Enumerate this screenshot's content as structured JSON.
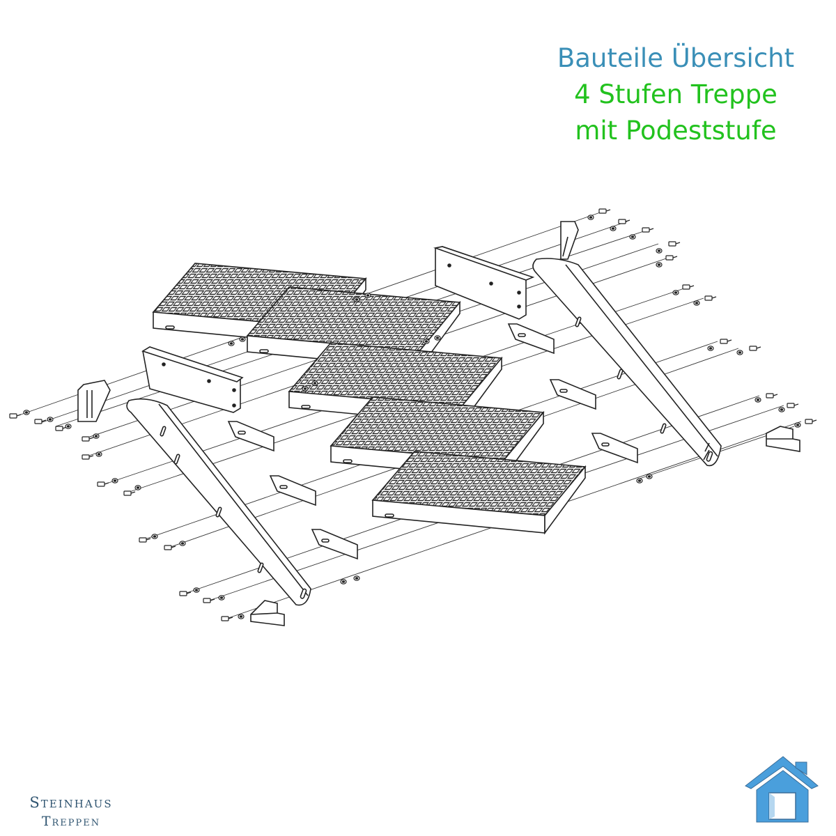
{
  "title": {
    "line1": "Bauteile Übersicht",
    "line2": "4 Stufen Treppe",
    "line3": "mit Podeststufe"
  },
  "colors": {
    "title_line1": "#3a8fb7",
    "title_accent": "#22c21e",
    "line": "#222222",
    "logo_blue": "#4a9fdc",
    "logo_dark": "#3a6e9a",
    "brand_text": "#2f5470"
  },
  "brand": {
    "line1": "Steinhaus",
    "line2": "Treppen"
  },
  "icons": {
    "logo": "house-logo-icon"
  },
  "diagram": {
    "steps": 4,
    "landing_steps": 1
  }
}
